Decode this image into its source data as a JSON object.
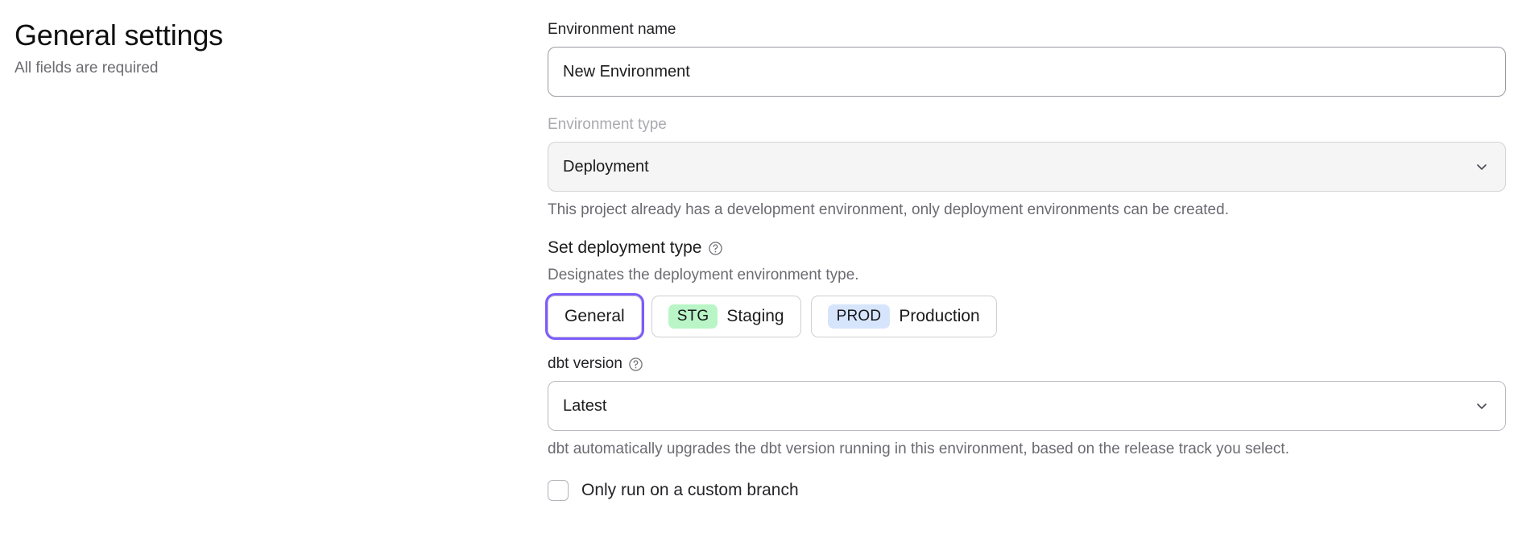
{
  "header": {
    "title": "General settings",
    "subtitle": "All fields are required"
  },
  "form": {
    "environment_name": {
      "label": "Environment name",
      "value": "New Environment",
      "placeholder": "Environment name"
    },
    "environment_type": {
      "label": "Environment type",
      "value": "Deployment",
      "helper": "This project already has a development environment, only deployment environments can be created.",
      "chevron_icon": "chevron-down-icon",
      "disabled": true
    },
    "deployment_type": {
      "heading": "Set deployment type",
      "help_icon": "question-circle-icon",
      "description": "Designates the deployment environment type.",
      "options": [
        {
          "label": "General",
          "badge": "",
          "badge_kind": "",
          "selected": false,
          "focused": true
        },
        {
          "label": "Staging",
          "badge": "STG",
          "badge_kind": "stg",
          "selected": false,
          "focused": false
        },
        {
          "label": "Production",
          "badge": "PROD",
          "badge_kind": "prod",
          "selected": false,
          "focused": false
        }
      ]
    },
    "dbt_version": {
      "label": "dbt version",
      "help_icon": "question-circle-icon",
      "value": "Latest",
      "helper": "dbt automatically upgrades the dbt version running in this environment, based on the release track you select.",
      "chevron_icon": "chevron-down-icon"
    },
    "custom_branch": {
      "label": "Only run on a custom branch",
      "checked": false
    }
  },
  "colors": {
    "focus_ring": "#7c5cfa",
    "badge_stg_bg": "#b9f5c6",
    "badge_prod_bg": "#d7e5fc",
    "muted_text": "#6b6b72"
  }
}
